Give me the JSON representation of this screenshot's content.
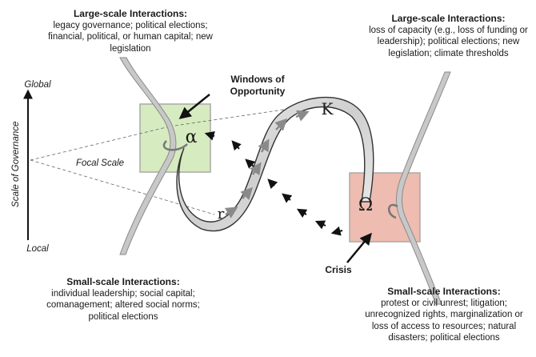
{
  "left_top": {
    "heading": "Large-scale Interactions:",
    "body": "legacy governance; political elections; financial, political, or human capital; new legislation"
  },
  "right_top": {
    "heading": "Large-scale Interactions:",
    "body": "loss of capacity (e.g., loss of funding or leadership); political elections; new legislation; climate thresholds"
  },
  "left_bottom": {
    "heading": "Small-scale Interactions:",
    "body": "individual leadership; social capital; comanagement; altered social norms; political elections"
  },
  "right_bottom": {
    "heading": "Small-scale Interactions:",
    "body": "protest or civil unrest; litigation; unrecognized rights, marginalization or loss of access to resources; natural disasters; political elections"
  },
  "callouts": {
    "windows": "Windows of Opportunity",
    "crisis": "Crisis"
  },
  "axis": {
    "title": "Scale of Governance",
    "global": "Global",
    "local": "Local",
    "focal": "Focal Scale"
  },
  "phases": {
    "alpha": "α",
    "k": "K",
    "omega": "Ω",
    "r": "r"
  },
  "colors": {
    "alpha_box": "#d6ebbf",
    "omega_box": "#eebcb0",
    "ribbon": "#e2e2e2",
    "arrow_gray": "#8a8a8a"
  }
}
